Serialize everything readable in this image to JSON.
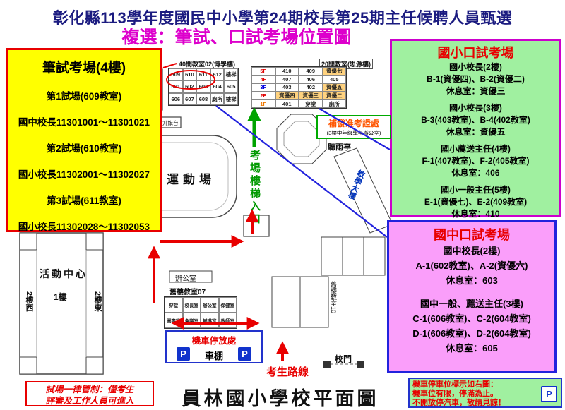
{
  "page": {
    "title": "彰化縣113學年度國民中小學第24期校長第25期主任候聘人員甄選",
    "subtitle": "複選：筆試、口試考場位置圖"
  },
  "colors": {
    "title_blue": "#1b1b80",
    "subtitle_magenta": "#dd00cc",
    "written_box_yellow": "#ffff00",
    "oral_box_green": "#a0f0a0",
    "oral_box_pink": "#fa9efa",
    "accent_red": "#e80000",
    "connector_blue": "#2222dd",
    "arrow_green": "#00a300",
    "parking_blue": "#1133cc"
  },
  "written_exam_box": {
    "title": "筆試考場(4樓)",
    "lines": [
      "第1試場(609教室)",
      "國中校長11301001～11301021",
      "第2試場(610教室)",
      "國小校長11302001～11302027",
      "第3試場(611教室)",
      "國小校長11302028～11302053"
    ]
  },
  "elementary_oral_box": {
    "title": "國小口試考場",
    "lines": [
      "國小校長(2樓)",
      "B-1(資優四)、B-2(資優二)",
      "休息室：資優三",
      "國小校長(3樓)",
      "B-3(403教室)、B-4(402教室)",
      "休息室：資優五",
      "國小薦送主任(4樓)",
      "F-1(407教室)、F-2(405教室)",
      "休息室：406",
      "國小一般主任(5樓)",
      "E-1(資優七)、E-2(409教室)",
      "休息室：410"
    ]
  },
  "junior_oral_box": {
    "title": "國中口試考場",
    "lines": [
      "國中校長(2樓)",
      "A-1(602教室)、A-2(資優六)",
      "休息室：603",
      "國中一般、薦送主任(3樓)",
      "C-1(606教室)、C-2(604教室)",
      "D-1(606教室)、D-2(604教室)",
      "休息室：605"
    ]
  },
  "map": {
    "left_building_label": "40間教室02(博學樓)",
    "right_building_label": "20間教室(思源樓)",
    "left_grid": [
      [
        "609",
        "610",
        "611",
        "612",
        "樓梯"
      ],
      [
        "601",
        "602",
        "603",
        "604",
        "605"
      ],
      [
        "606",
        "607",
        "608",
        "廁所",
        "樓梯"
      ]
    ],
    "right_grid": [
      [
        "5F",
        "410",
        "409",
        "資優七"
      ],
      [
        "4F",
        "407",
        "406",
        "405"
      ],
      [
        "3F",
        "403",
        "402",
        "資優五"
      ],
      [
        "2F",
        "資優四",
        "資優三",
        "資優二"
      ],
      [
        "1F",
        "401",
        "穿堂",
        "廁所"
      ]
    ],
    "reissue_title": "補發准考證處",
    "reissue_sub": "(3樓中年級學年辦公室)",
    "stair_entrance_label": "考場樓梯入口",
    "pavilion_label": "聽雨亭",
    "sports_field_label": "運動場",
    "flag_stand_label": "升旗台",
    "activity_center_label": "活動中心",
    "activity_floor1": "1樓",
    "activity_2f_west": "2樓西",
    "activity_2f_east": "2樓東",
    "office_label": "辦公室",
    "old_building_07": "舊樓教室07",
    "old_building_10": "舊樓教室10",
    "teach_building_label": "教學大樓",
    "bottom_grid": [
      [
        "穿堂",
        "校長室",
        "辦公室",
        "保健室"
      ],
      [
        "圖書室",
        "會議室",
        "輔導室",
        "教師室"
      ]
    ],
    "parking_shed": {
      "title": "機車停放處",
      "shed": "車棚",
      "p": "P"
    },
    "gate_label": "校門",
    "route_label": "考生路線",
    "map_title": "員林國小學校平面圖"
  },
  "control_note": {
    "line1": "試場一律管制：僅考生",
    "line2": "評審及工作人員可進入"
  },
  "parking_note": {
    "line1": "機車停車位標示如右圖：",
    "line2": "機車位有限，停滿為止。",
    "line3": "不開放停汽車，敬請見諒！",
    "p": "P"
  }
}
